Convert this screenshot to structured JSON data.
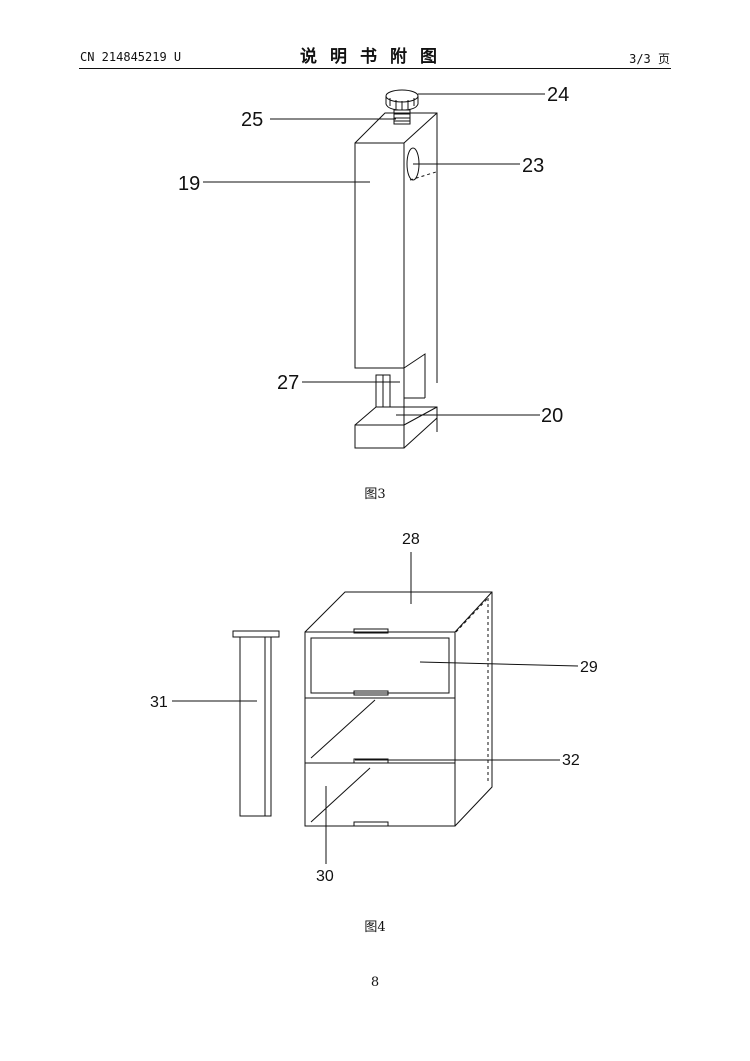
{
  "header": {
    "doc_number": "CN 214845219 U",
    "title": "说明书附图",
    "page_of": "3/3 页"
  },
  "figure3": {
    "caption": "图3",
    "labels": {
      "l24": "24",
      "l25": "25",
      "l23": "23",
      "l19": "19",
      "l27": "27",
      "l20": "20"
    }
  },
  "figure4": {
    "caption": "图4",
    "labels": {
      "l28": "28",
      "l29": "29",
      "l31": "31",
      "l32": "32",
      "l30": "30"
    }
  },
  "footer": {
    "page_number": "8"
  }
}
